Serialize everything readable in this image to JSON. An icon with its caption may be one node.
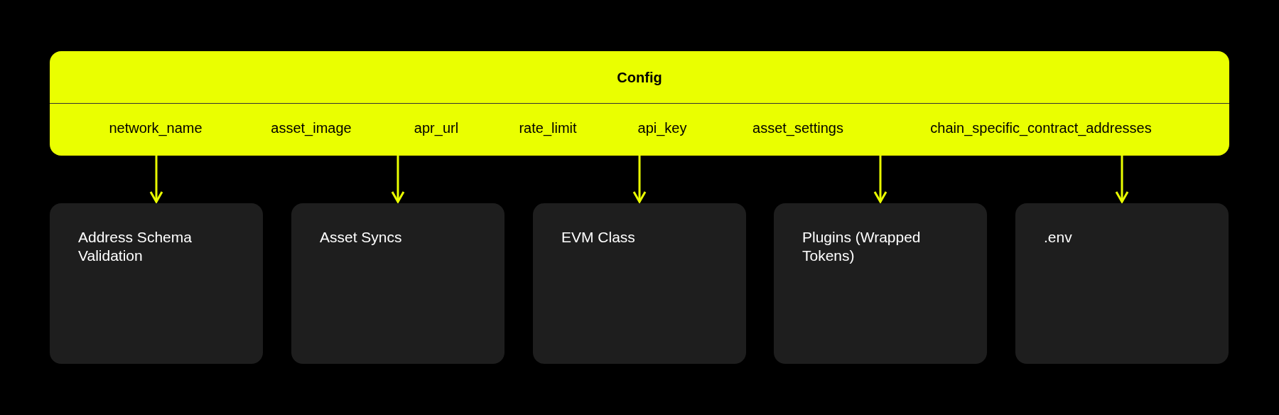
{
  "diagram": {
    "nodes": [
      {
        "text": [
          "Config",
          "network_name",
          "asset_image",
          "apr_url",
          "rate_limit",
          "api_key",
          "asset_settings",
          "chain_specific_contract_addresses"
        ]
      },
      {
        "text": [
          "Address Schema Validation"
        ]
      },
      {
        "text": [
          "Asset Syncs"
        ]
      },
      {
        "text": [
          "EVM Class"
        ]
      },
      {
        "text": [
          "Plugins (Wrapped Tokens)"
        ]
      },
      {
        "text": [
          ".env"
        ]
      }
    ],
    "edges": [
      {
        "from": 0,
        "to": 1,
        "arrow": "to"
      },
      {
        "from": 0,
        "to": 2,
        "arrow": "to"
      },
      {
        "from": 0,
        "to": 3,
        "arrow": "to"
      },
      {
        "from": 0,
        "to": 4,
        "arrow": "to"
      },
      {
        "from": 0,
        "to": 5,
        "arrow": "to"
      }
    ]
  }
}
